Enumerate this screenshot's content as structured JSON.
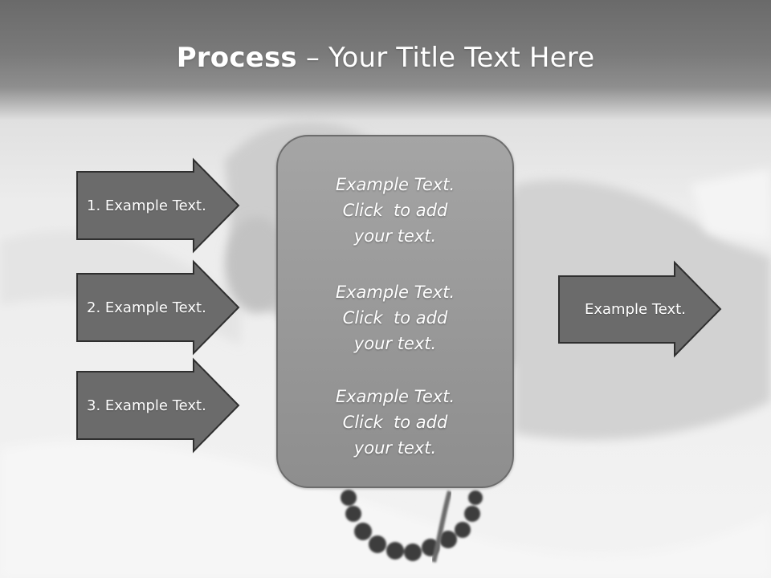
{
  "slide": {
    "title_bold": "Process",
    "title_rest": " – Your Title Text Here"
  },
  "left_arrows": [
    {
      "label": "1. Example Text."
    },
    {
      "label": "2. Example Text."
    },
    {
      "label": "3. Example Text."
    }
  ],
  "center_panel": {
    "blocks": [
      {
        "line1": "Example Text.",
        "line2": "Click  to add",
        "line3": "your text."
      },
      {
        "line1": "Example Text.",
        "line2": "Click  to add",
        "line3": "your text."
      },
      {
        "line1": "Example Text.",
        "line2": "Click  to add",
        "line3": "your text."
      }
    ]
  },
  "right_arrow": {
    "label": "Example Text."
  },
  "colors": {
    "arrow_fill": "#6b6b6b",
    "arrow_stroke": "#2f2f2f",
    "title_band": "#717171",
    "panel_fill": "#9b9b9b"
  }
}
